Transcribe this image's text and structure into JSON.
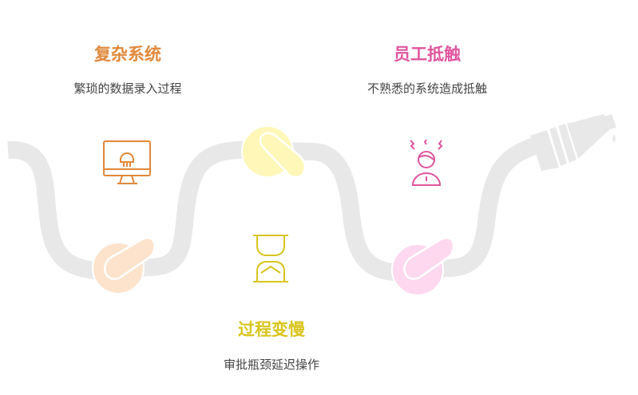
{
  "colors": {
    "hose": "#e8e8e8",
    "orange": "#e0883a",
    "yellow": "#d9c41c",
    "pink": "#e0559e"
  },
  "items": [
    {
      "title": "复杂系统",
      "desc": "繁琐的数据录入过程",
      "icon": "monitor-skull-icon"
    },
    {
      "title": "过程变慢",
      "desc": "审批瓶颈延迟操作",
      "icon": "hourglass-icon"
    },
    {
      "title": "员工抵触",
      "desc": "不熟悉的系统造成抵触",
      "icon": "stressed-person-icon"
    }
  ]
}
